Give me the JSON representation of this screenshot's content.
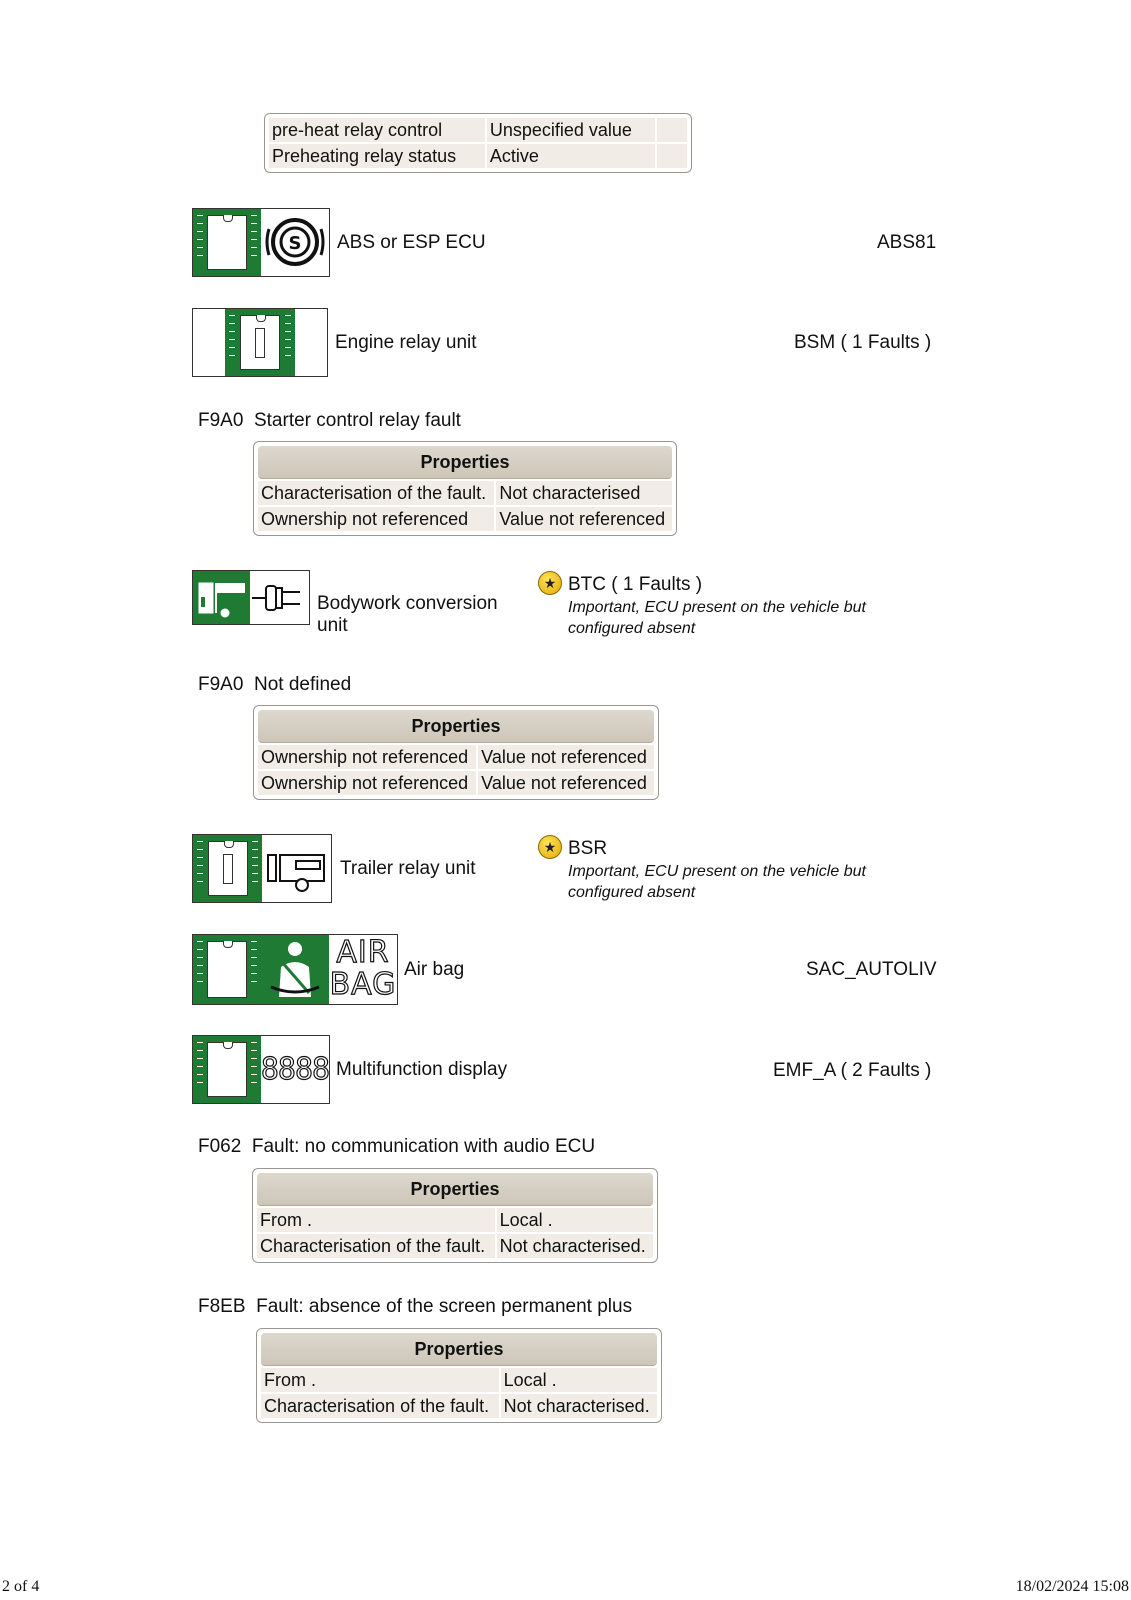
{
  "top_table": {
    "rows": [
      [
        "pre-heat relay control",
        "Unspecified value"
      ],
      [
        "Preheating relay status",
        "Active"
      ]
    ]
  },
  "ecus": [
    {
      "name": "ABS or ESP ECU",
      "code": "ABS81",
      "icons": [
        "ecu-icon",
        "abs-symbol-icon"
      ]
    },
    {
      "name": "Engine relay unit",
      "code": "BSM ( 1 Faults )",
      "icons": [
        "relay-icon"
      ]
    },
    {
      "name": "Bodywork conversion unit",
      "code": "BTC ( 1 Faults )",
      "note": "Important, ECU present on the vehicle but configured absent",
      "icons": [
        "bodywork-unit-icon",
        "plug-connector-icon"
      ],
      "star": "star-warning-icon"
    },
    {
      "name": "Trailer relay unit",
      "code": "BSR",
      "note": "Important, ECU present on the vehicle but configured absent",
      "icons": [
        "relay-icon",
        "trailer-icon"
      ],
      "star": "star-warning-icon"
    },
    {
      "name": "Air bag",
      "code": "SAC_AUTOLIV",
      "icons": [
        "ecu-icon",
        "seatbelt-person-icon"
      ],
      "badge": [
        "AIR",
        "BAG"
      ]
    },
    {
      "name": "Multifunction display",
      "code": "EMF_A ( 2 Faults )",
      "icons": [
        "ecu-icon",
        "digital-display-icon"
      ],
      "display_digits": "8888"
    }
  ],
  "faults": [
    {
      "code": "F9A0",
      "label": "Starter control relay fault",
      "table": {
        "header": "Properties",
        "rows": [
          [
            "Characterisation of the fault.",
            "Not characterised"
          ],
          [
            "Ownership not referenced",
            "Value not referenced"
          ]
        ]
      }
    },
    {
      "code": "F9A0",
      "label": "Not defined",
      "table": {
        "header": "Properties",
        "rows": [
          [
            "Ownership not referenced",
            "Value not referenced"
          ],
          [
            "Ownership not referenced",
            "Value not referenced"
          ]
        ]
      }
    },
    {
      "code": "F062",
      "label": "Fault: no communication with audio ECU",
      "table": {
        "header": "Properties",
        "rows": [
          [
            "From .",
            "Local ."
          ],
          [
            "Characterisation of the fault.",
            "Not characterised."
          ]
        ]
      }
    },
    {
      "code": "F8EB",
      "label": "Fault: absence of the screen permanent plus",
      "table": {
        "header": "Properties",
        "rows": [
          [
            "From .",
            "Local ."
          ],
          [
            "Characterisation of the fault.",
            "Not characterised."
          ]
        ]
      }
    }
  ],
  "footer": {
    "page": "2 of 4",
    "datetime": "18/02/2024 15:08"
  },
  "colors": {
    "icon_green": "#1f7a34",
    "table_header": "#d6d0c4",
    "table_cell": "#f1ede6",
    "star_yellow": "#f2c300"
  }
}
